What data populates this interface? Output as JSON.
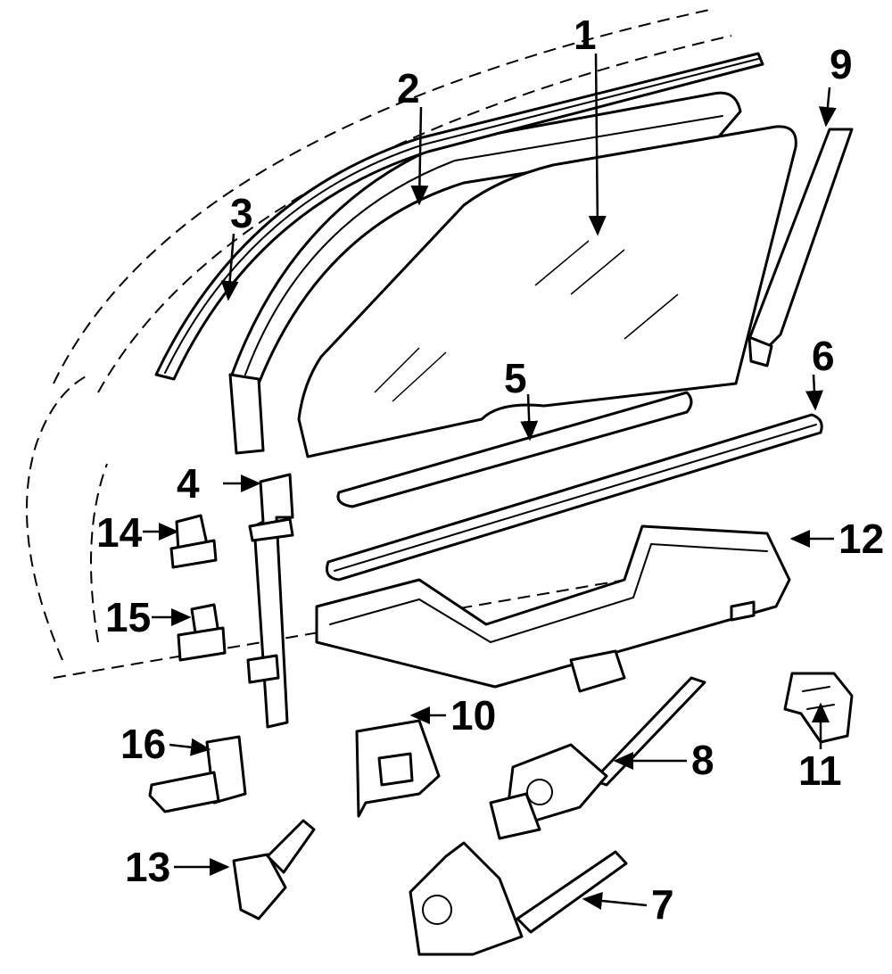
{
  "colors": {
    "ink": "#000000",
    "paper": "#ffffff"
  },
  "callouts": {
    "c1": "1",
    "c2": "2",
    "c3": "3",
    "c4": "4",
    "c5": "5",
    "c6": "6",
    "c7": "7",
    "c8": "8",
    "c9": "9",
    "c10": "10",
    "c11": "11",
    "c12": "12",
    "c13": "13",
    "c14": "14",
    "c15": "15",
    "c16": "16"
  }
}
